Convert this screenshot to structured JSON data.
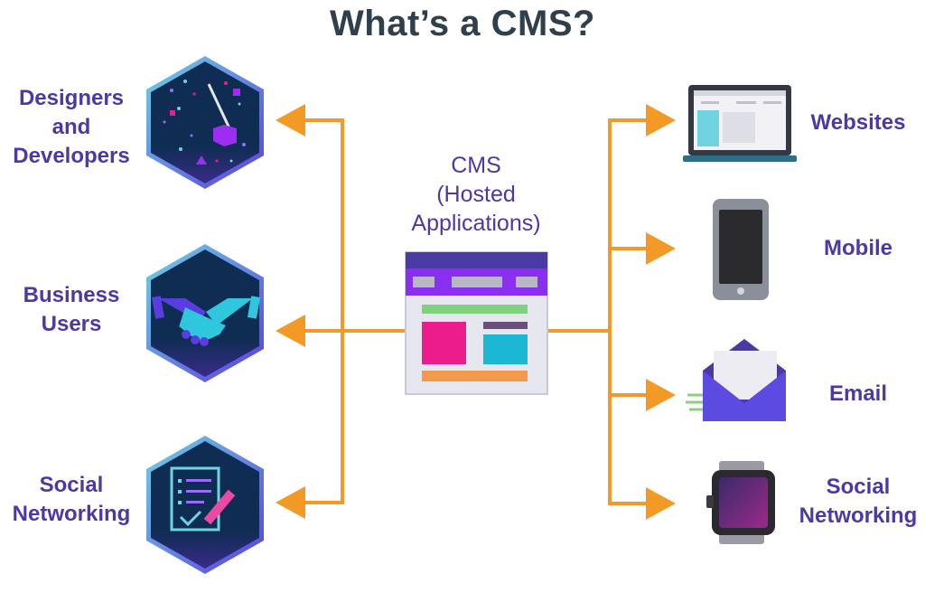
{
  "title": "What’s a CMS?",
  "center": {
    "lines": [
      "CMS",
      "(Hosted",
      "Applications)"
    ]
  },
  "left_items": [
    {
      "lines": [
        "Designers",
        "and",
        "Developers"
      ]
    },
    {
      "lines": [
        "Business",
        "Users"
      ]
    },
    {
      "lines": [
        "Social",
        "Networking"
      ]
    }
  ],
  "right_items": [
    {
      "lines": [
        "Websites"
      ]
    },
    {
      "lines": [
        "Mobile"
      ]
    },
    {
      "lines": [
        "Email"
      ]
    },
    {
      "lines": [
        "Social",
        "Networking"
      ]
    }
  ],
  "colors": {
    "arrow": "#f39a26",
    "label": "#4a3aa3",
    "title": "#2f3f4c",
    "hex_dark": "#0f2d52",
    "hex_border": "#6fd3e2",
    "purple": "#6b2ff0",
    "magenta": "#ec1c8c",
    "cyan": "#1bb7d3",
    "green": "#7ed17e",
    "orange_bar": "#f39a4d"
  },
  "icons": {
    "left": [
      "design-tools-icon",
      "handshake-icon",
      "checklist-pen-icon"
    ],
    "right": [
      "laptop-icon",
      "smartphone-icon",
      "envelope-icon",
      "smartwatch-icon"
    ],
    "center": "browser-window-icon"
  }
}
